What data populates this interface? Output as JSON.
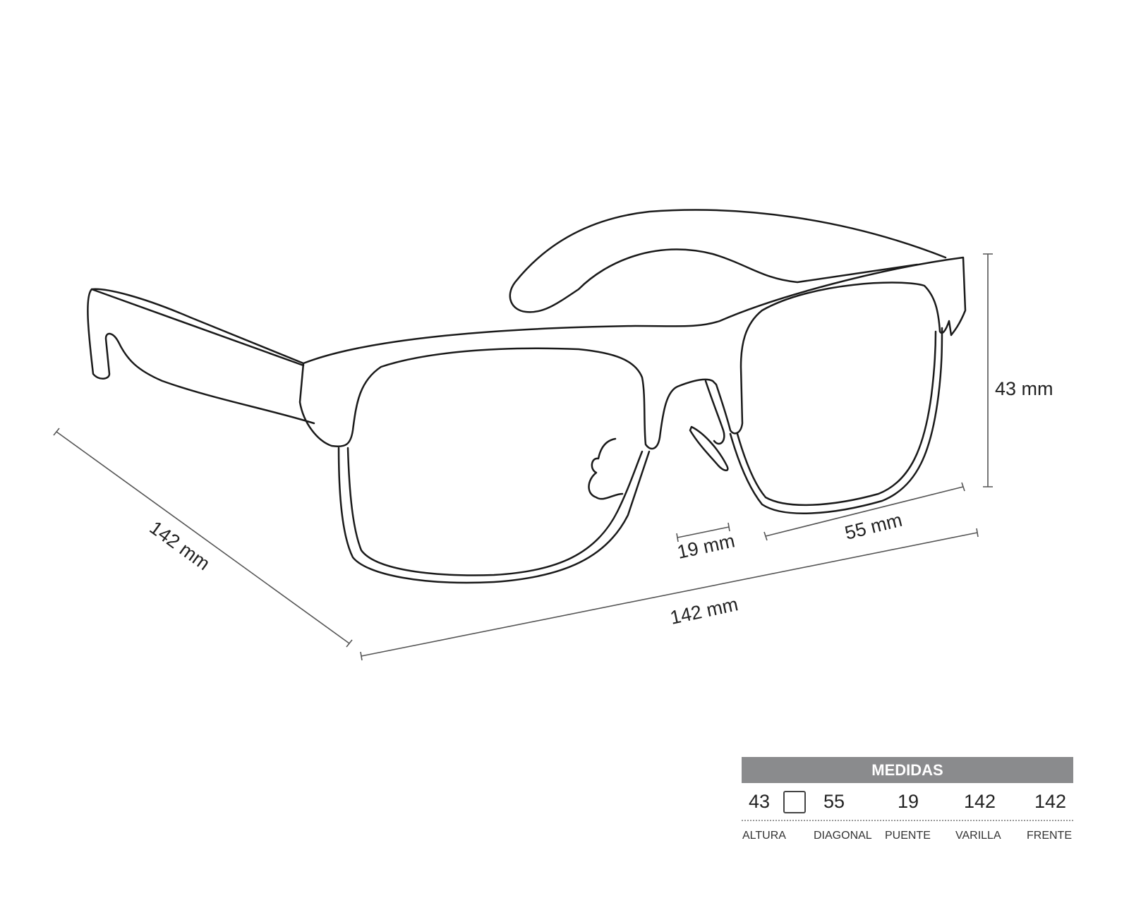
{
  "dimensions": {
    "height": "43 mm",
    "lens_width": "55 mm",
    "bridge": "19 mm",
    "front": "142 mm",
    "temple": "142 mm"
  },
  "table": {
    "title": "MEDIDAS",
    "values": [
      "43",
      "55",
      "19",
      "142",
      "142"
    ],
    "labels": [
      "ALTURA",
      "DIAGONAL",
      "PUENTE",
      "VARILLA",
      "FRENTE"
    ]
  }
}
